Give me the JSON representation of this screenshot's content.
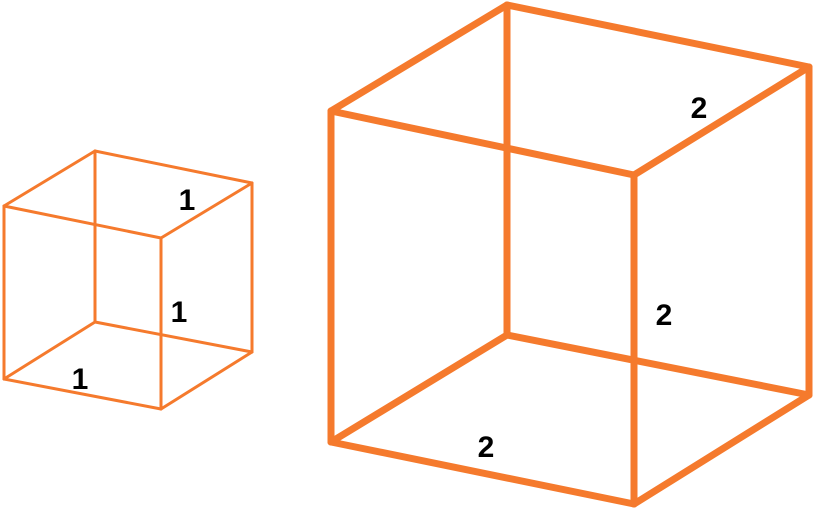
{
  "colors": {
    "edge": "#F57A2D",
    "label": "#000000",
    "background": "#FFFFFF"
  },
  "small_cube": {
    "top_edge_label": "1",
    "side_edge_label": "1",
    "bottom_edge_label": "1"
  },
  "large_cube": {
    "top_edge_label": "2",
    "side_edge_label": "2",
    "bottom_edge_label": "2"
  }
}
